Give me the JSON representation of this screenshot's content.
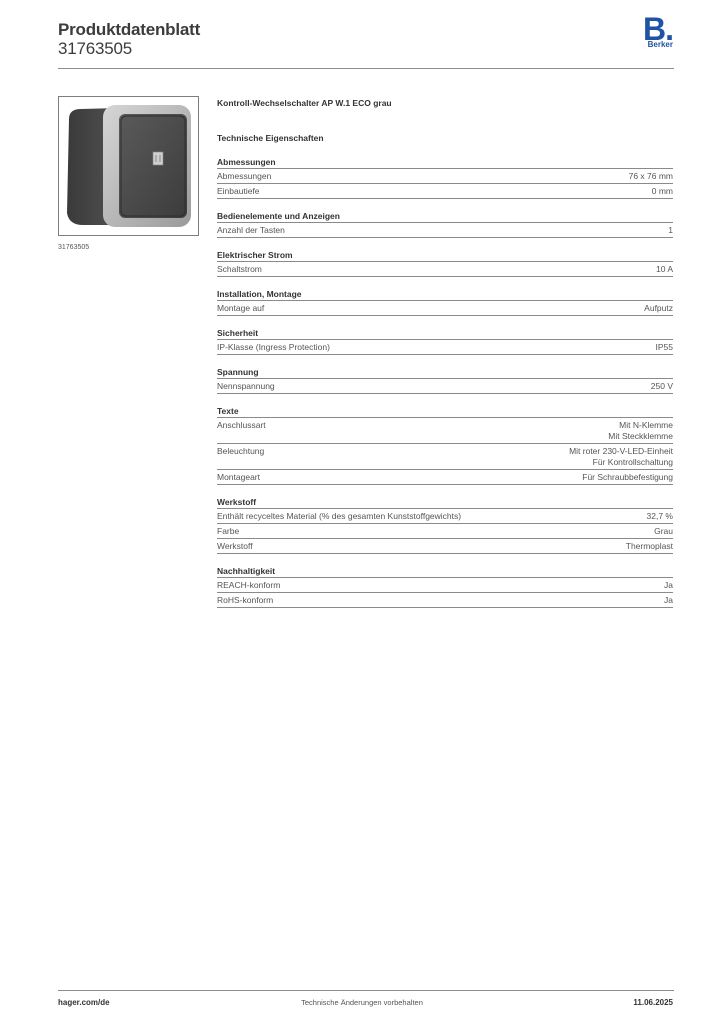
{
  "header": {
    "title": "Produktdatenblatt",
    "number": "31763505",
    "logo_letter": "B.",
    "logo_text": "Berker"
  },
  "image": {
    "caption": "31763505"
  },
  "product": {
    "name": "Kontroll-Wechselschalter AP W.1 ECO grau",
    "heading": "Technische Eigenschaften"
  },
  "sections": [
    {
      "title": "Abmessungen",
      "rows": [
        {
          "label": "Abmessungen",
          "value": [
            "76 x 76 mm"
          ]
        },
        {
          "label": "Einbautiefe",
          "value": [
            "0 mm"
          ]
        }
      ]
    },
    {
      "title": "Bedienelemente und Anzeigen",
      "rows": [
        {
          "label": "Anzahl der Tasten",
          "value": [
            "1"
          ]
        }
      ]
    },
    {
      "title": "Elektrischer Strom",
      "rows": [
        {
          "label": "Schaltstrom",
          "value": [
            "10 A"
          ]
        }
      ]
    },
    {
      "title": "Installation, Montage",
      "rows": [
        {
          "label": "Montage auf",
          "value": [
            "Aufputz"
          ]
        }
      ]
    },
    {
      "title": "Sicherheit",
      "rows": [
        {
          "label": "IP-Klasse (Ingress Protection)",
          "value": [
            "IP55"
          ]
        }
      ]
    },
    {
      "title": "Spannung",
      "rows": [
        {
          "label": "Nennspannung",
          "value": [
            "250 V"
          ]
        }
      ]
    },
    {
      "title": "Texte",
      "rows": [
        {
          "label": "Anschlussart",
          "value": [
            "Mit N-Klemme",
            "Mit Steckklemme"
          ]
        },
        {
          "label": "Beleuchtung",
          "value": [
            "Mit roter 230-V-LED-Einheit",
            "Für Kontrollschaltung"
          ]
        },
        {
          "label": "Montageart",
          "value": [
            "Für Schraubbefestigung"
          ]
        }
      ]
    },
    {
      "title": "Werkstoff",
      "rows": [
        {
          "label": "Enthält recyceltes Material (% des gesamten Kunststoffgewichts)",
          "value": [
            "32,7 %"
          ]
        },
        {
          "label": "Farbe",
          "value": [
            "Grau"
          ]
        },
        {
          "label": "Werkstoff",
          "value": [
            "Thermoplast"
          ]
        }
      ]
    },
    {
      "title": "Nachhaltigkeit",
      "rows": [
        {
          "label": "REACH-konform",
          "value": [
            "Ja"
          ]
        },
        {
          "label": "RoHS-konform",
          "value": [
            "Ja"
          ]
        }
      ]
    }
  ],
  "footer": {
    "left": "hager.com/de",
    "center": "Technische Änderungen vorbehalten",
    "right": "11.06.2025"
  },
  "colors": {
    "brand": "#1f53a3",
    "rule": "#8a8a8a"
  }
}
